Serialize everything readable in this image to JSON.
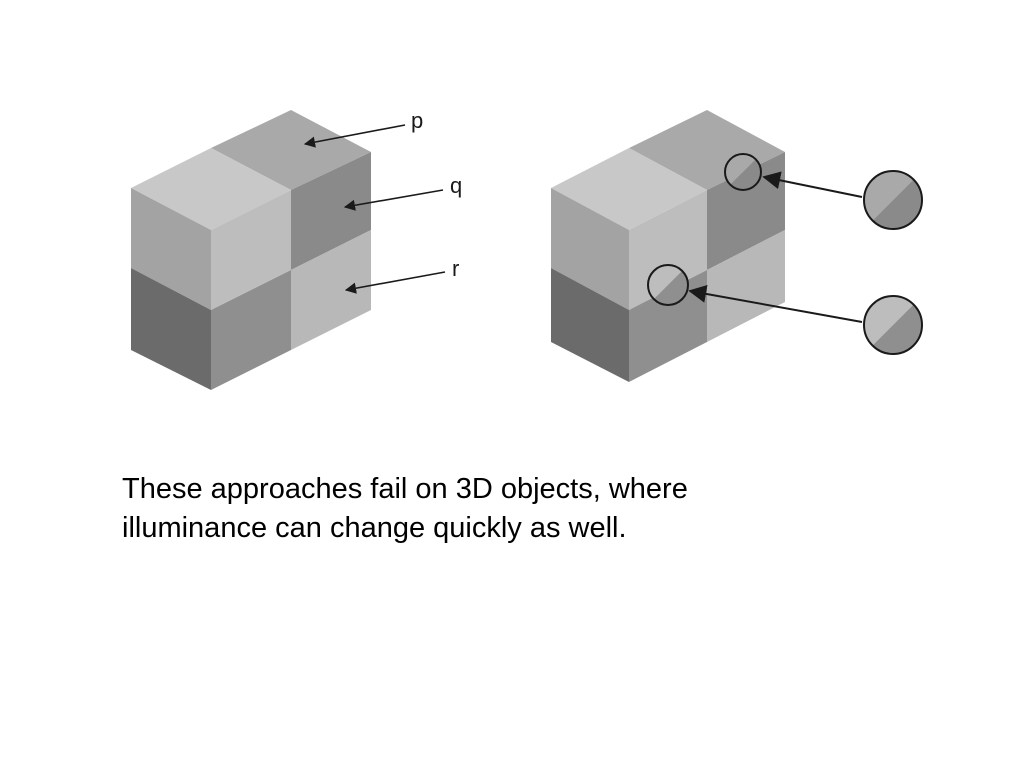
{
  "figure": {
    "labels": {
      "p": "p",
      "q": "q",
      "r": "r"
    }
  },
  "caption": {
    "line1": "These approaches fail on 3D objects, where",
    "line2": "illuminance can change quickly as well."
  },
  "colors": {
    "outline": "#1a1a1a",
    "patch_light": "#c4c4c4",
    "patch_mid": "#a8a8a8",
    "patch_mid_dark": "#8f8f8f",
    "patch_dark": "#6b6b6b"
  }
}
